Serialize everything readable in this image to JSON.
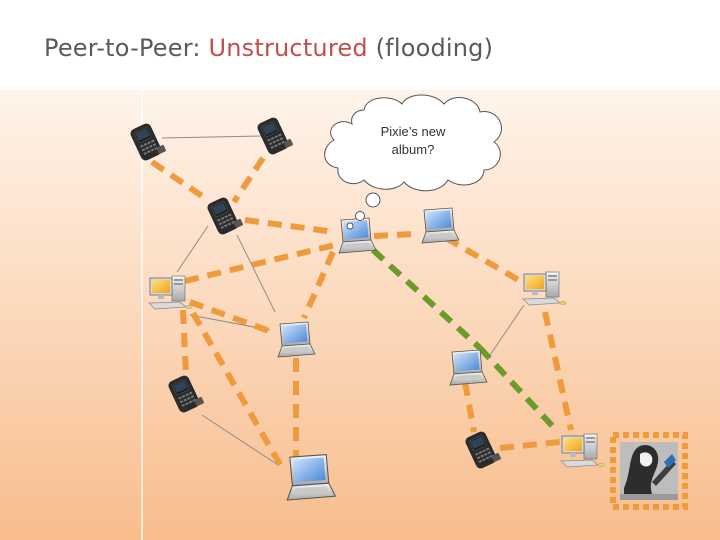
{
  "slide": {
    "title": {
      "prefix": "Peer-to-Peer: ",
      "highlight": "Unstructured",
      "suffix": " (flooding)"
    }
  },
  "thought": {
    "line1": "Pixie’s new",
    "line2": "album?"
  },
  "colors": {
    "flood_link": "#ef9a3c",
    "result_path": "#6e9a2a",
    "thin_link": "#8c8c8c",
    "panel_top": "#fff4ea",
    "panel_bottom": "#f8bd8d",
    "title_accent": "#c0504d",
    "album_frame": "#ef9a3c"
  },
  "nodes": [
    {
      "id": "phone-1",
      "type": "phone"
    },
    {
      "id": "phone-2",
      "type": "phone"
    },
    {
      "id": "phone-3",
      "type": "phone"
    },
    {
      "id": "laptop-querier",
      "type": "laptop"
    },
    {
      "id": "laptop-1",
      "type": "laptop"
    },
    {
      "id": "desktop-1",
      "type": "desktop"
    },
    {
      "id": "desktop-2",
      "type": "desktop"
    },
    {
      "id": "laptop-2",
      "type": "laptop"
    },
    {
      "id": "laptop-3",
      "type": "laptop"
    },
    {
      "id": "phone-4",
      "type": "phone"
    },
    {
      "id": "phone-5",
      "type": "phone"
    },
    {
      "id": "desktop-3",
      "type": "desktop"
    },
    {
      "id": "laptop-4",
      "type": "laptop"
    },
    {
      "id": "album-art",
      "type": "album"
    }
  ]
}
